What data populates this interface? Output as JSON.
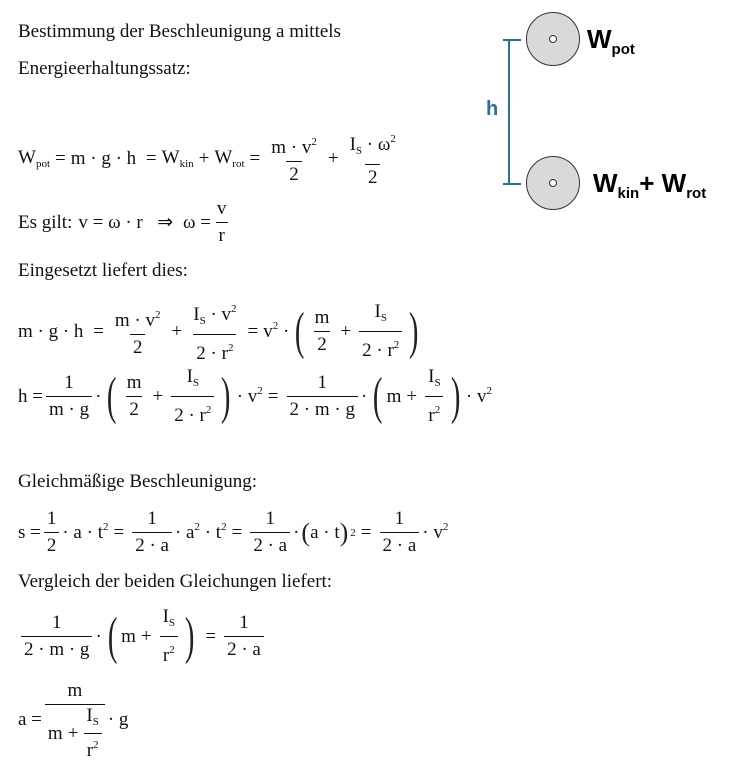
{
  "intro_line1": "Bestimmung der Beschleunigung a mittels",
  "intro_line2": "Energieerhaltungssatz:",
  "es_gilt": "Es gilt:",
  "eingesetzt": "Eingesetzt liefert dies:",
  "gleichmaessig": "Gleichmäßige Beschleunigung:",
  "vergleich": "Vergleich der beiden Gleichungen liefert:",
  "diagram": {
    "top_label": "W",
    "top_sub": "pot",
    "h_label": "h",
    "bottom_label_1": "W",
    "bottom_sub_1": "kin",
    "bottom_plus": "+ ",
    "bottom_label_2": "W",
    "bottom_sub_2": "rot",
    "line_color": "#2e6f9a"
  }
}
